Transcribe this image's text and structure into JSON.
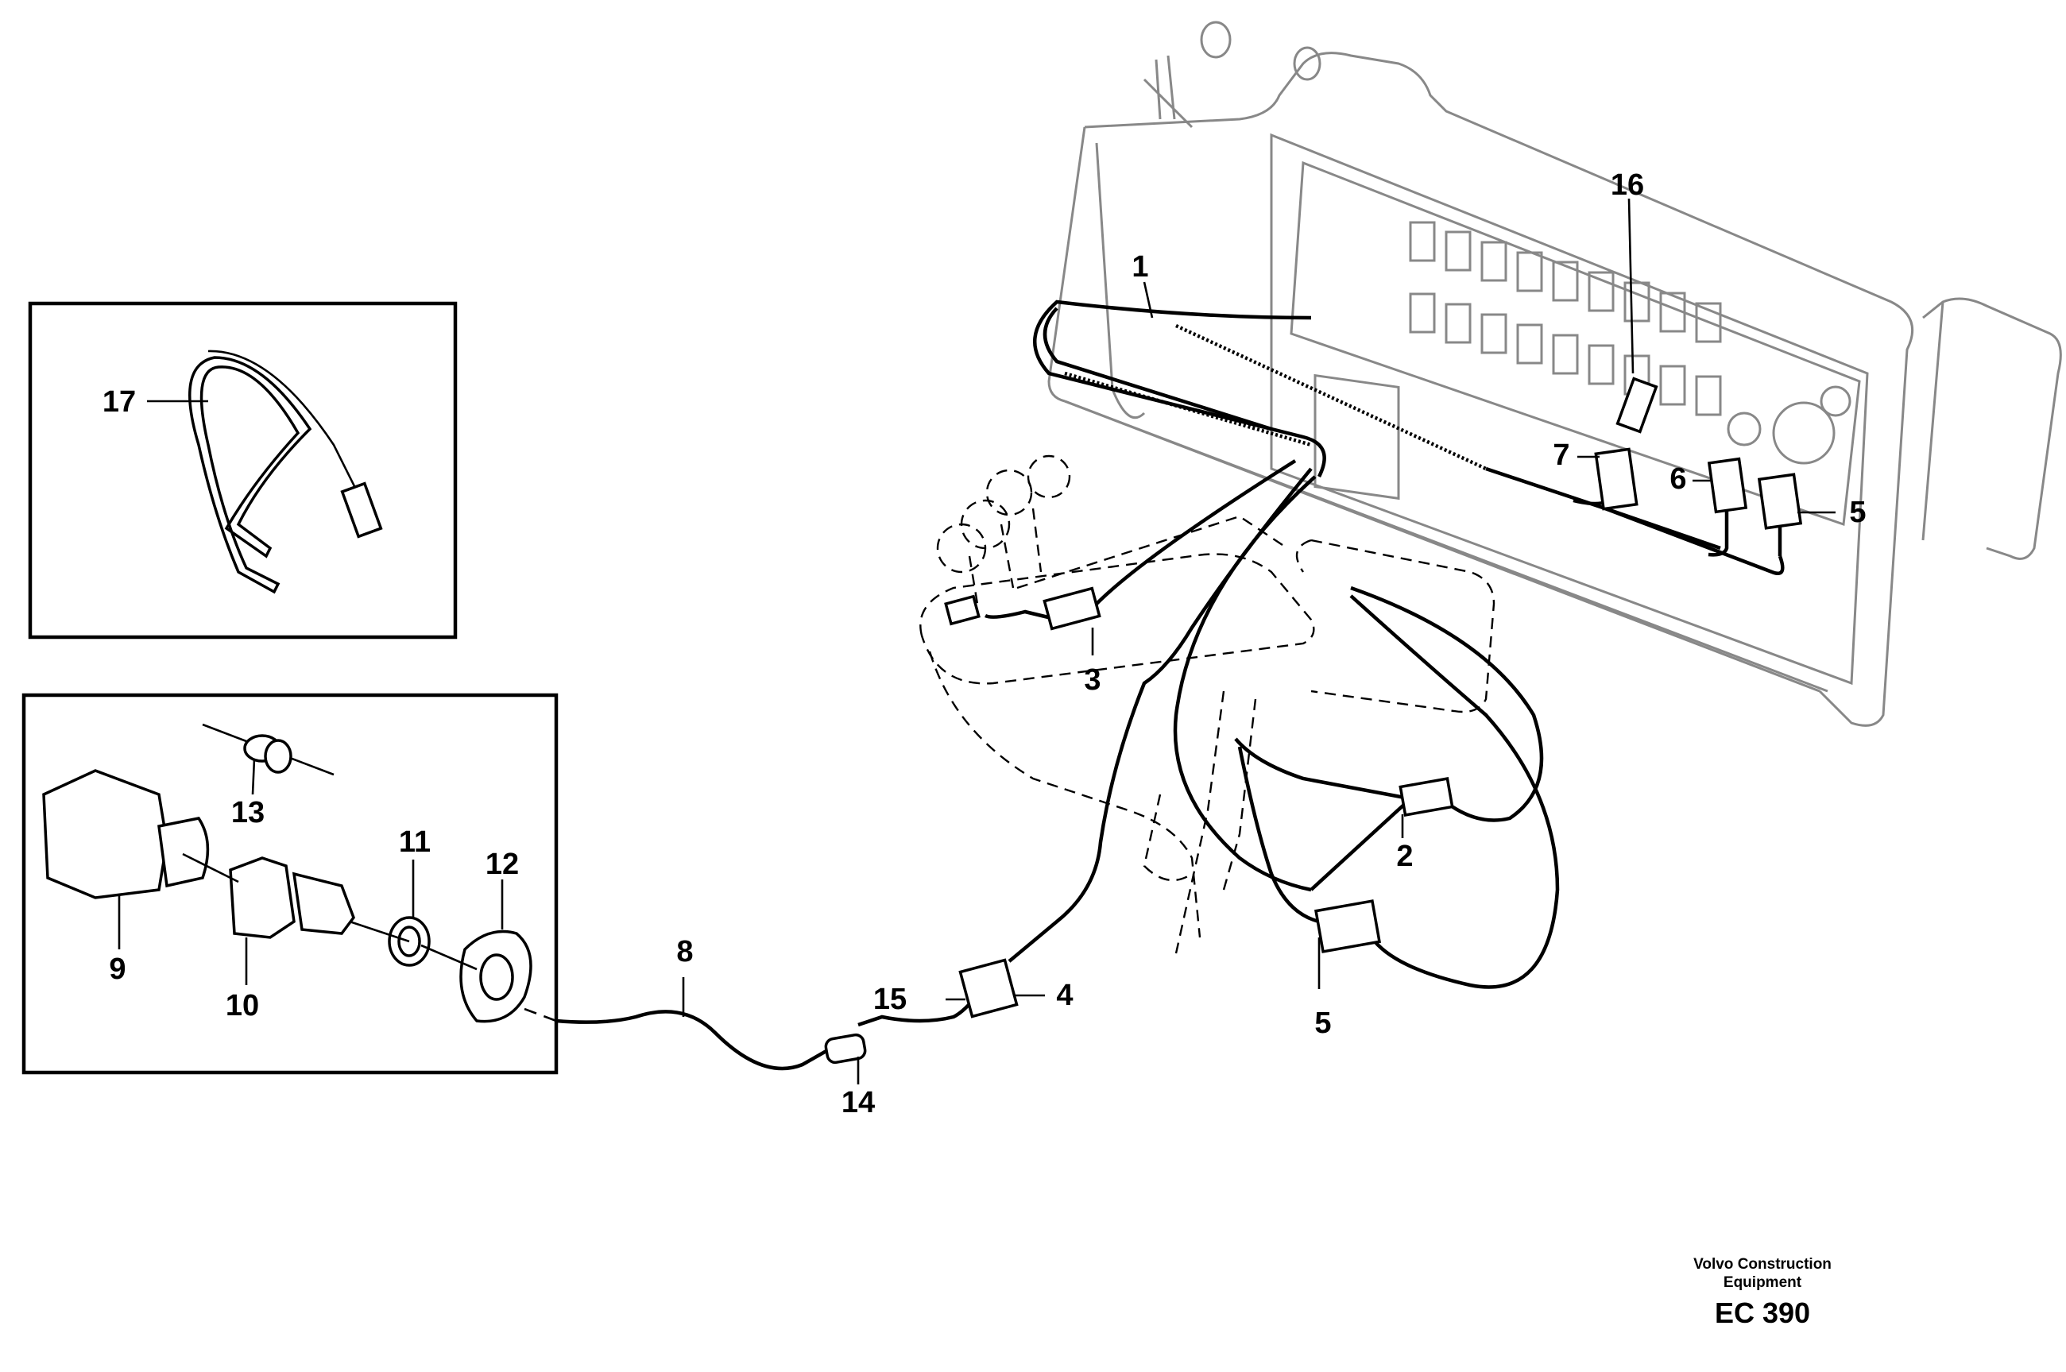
{
  "labels": {
    "l1": "1",
    "l2": "2",
    "l3": "3",
    "l4": "4",
    "l5a": "5",
    "l5b": "5",
    "l6": "6",
    "l7": "7",
    "l8": "8",
    "l9": "9",
    "l10": "10",
    "l11": "11",
    "l12": "12",
    "l13": "13",
    "l14": "14",
    "l15": "15",
    "l16": "16",
    "l17": "17"
  },
  "footer": {
    "brand_line1": "Volvo Construction",
    "brand_line2": "Equipment",
    "code": "EC 390"
  }
}
